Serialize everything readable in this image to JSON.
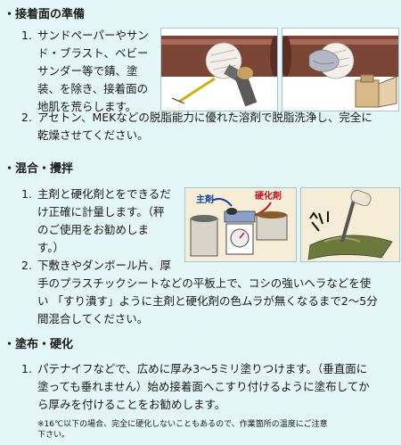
{
  "sections": [
    {
      "heading": "・接着面の準備",
      "items": [
        {
          "num": "1.",
          "lines": [
            "サンドペーパーやサン",
            "ド・ブラスト、ベビー",
            "サンダー等で錆、塗",
            "装、を除き、接着面の",
            "地肌を荒らします。"
          ]
        },
        {
          "num": "2.",
          "lines": [
            "アセトン、MEKなどの脱脂能力に優れた溶剤で脱脂洗浄し、完全に",
            "乾燥させてください。"
          ]
        }
      ]
    },
    {
      "heading": "・混合・攪拌",
      "items": [
        {
          "num": "1.",
          "lines": [
            "主剤と硬化剤とをできるだ",
            "け正確に計量します。（秤",
            "のご使用をお勧めしま",
            "す。）"
          ]
        },
        {
          "num": "2.",
          "lines": [
            "下敷きやダンボール片、厚",
            "手のプラスチックシートなどの平板上で、コシの強いヘラなどを使",
            "い 「すり潰す」ように主剤と硬化剤の色ムラが無くなるまで2～5分",
            "間混合してください。"
          ]
        }
      ]
    },
    {
      "heading": "・塗布・硬化",
      "items": [
        {
          "num": "1.",
          "lines": [
            "パテナイフなどで、広めに厚み3～5ミリ塗りつけます。（垂直面に",
            "塗っても垂れません）始め接着面へこすり付けるように塗布してか",
            "ら厚みを付けることをお勧めします。"
          ]
        }
      ],
      "note": [
        "※16℃以下の場合、完全に硬化しないこともあるので、作業箇所の温度にご注意",
        "下さい。"
      ]
    }
  ],
  "illustrations": {
    "mixing_labels": {
      "main": "主剤",
      "hardener": "硬化剤"
    }
  }
}
